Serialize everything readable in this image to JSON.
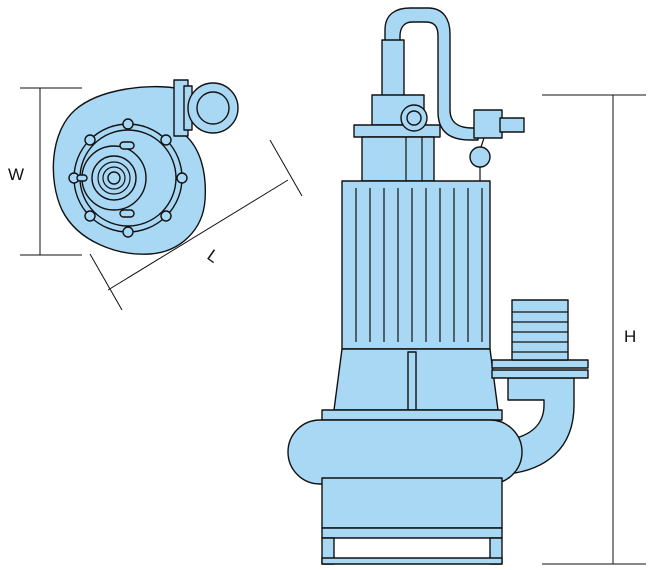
{
  "colors": {
    "fill": "#a9d8f5",
    "stroke": "#111111",
    "background": "#ffffff"
  },
  "dimensions": {
    "width_label": "W",
    "length_label": "L",
    "height_label": "H"
  }
}
